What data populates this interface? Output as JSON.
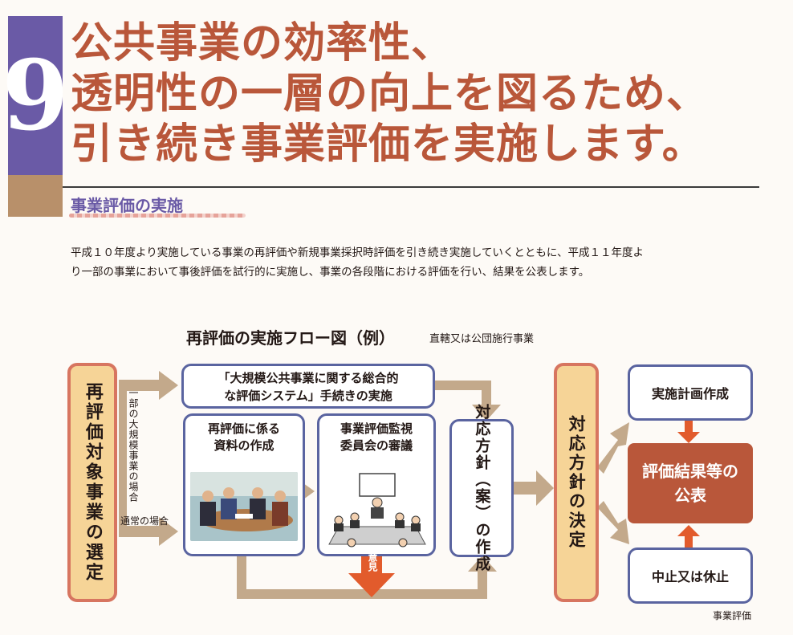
{
  "header": {
    "number": "9",
    "title_lines": [
      "公共事業の効率性、",
      "透明性の一層の向上を図るため、",
      "引き続き事業評価を実施します。"
    ],
    "subhead": "事業評価の実施"
  },
  "intro": {
    "lines": [
      "平成１０年度より実施している事業の再評価や新規事業採択時評価を引き続き実施していくとともに、平成１１年度よ",
      "り一部の事業において事後評価を試行的に実施し、事業の各段階における評価を行い、結果を公表します。"
    ]
  },
  "flow": {
    "title": "再評価の実施フロー図（例）",
    "subtitle": "直轄又は公団施行事業",
    "selection": "再評価対象事業の選定",
    "branch_large": "一部の大規模事業の場合",
    "branch_normal": "通常の場合",
    "large_system_line1": "「大規模公共事業に関する総合的",
    "large_system_line2": "な評価システム」手続きの実施",
    "materials_line1": "再評価に係る",
    "materials_line2": "資料の作成",
    "committee_line1": "事業評価監視",
    "committee_line2": "委員会の審議",
    "opinion": "意見",
    "draft_policy": "対応方針（案）の作成",
    "decision": "対応方針の決定",
    "plan": "実施計画作成",
    "publication_line1": "評価結果等の",
    "publication_line2": "公表",
    "suspend": "中止又は休止"
  },
  "footer": "事業評価",
  "colors": {
    "accent_purple": "#6a5aa6",
    "title_red": "#b9573a",
    "arrow_tan": "#c3a98b",
    "arrow_red": "#e25b2c",
    "box_border": "#5a64a0"
  }
}
